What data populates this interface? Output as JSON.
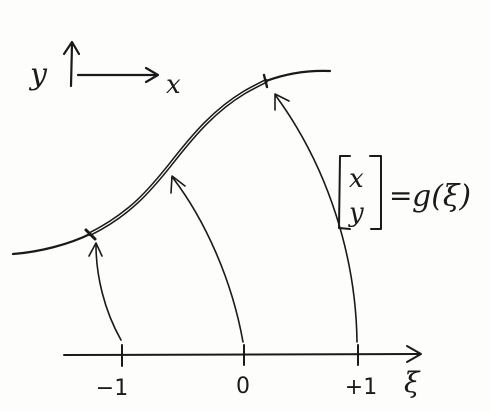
{
  "axes_legend": {
    "y_label": "y",
    "x_label": "x"
  },
  "mapping_label": {
    "vector_top": "x",
    "vector_bottom": "y",
    "equals": "=",
    "function": "g(ξ)"
  },
  "xi_axis": {
    "label": "ξ",
    "ticks": [
      "−1",
      "0",
      "+1"
    ]
  },
  "colors": {
    "ink": "#1a1a1a",
    "paper": "#ffffff"
  }
}
